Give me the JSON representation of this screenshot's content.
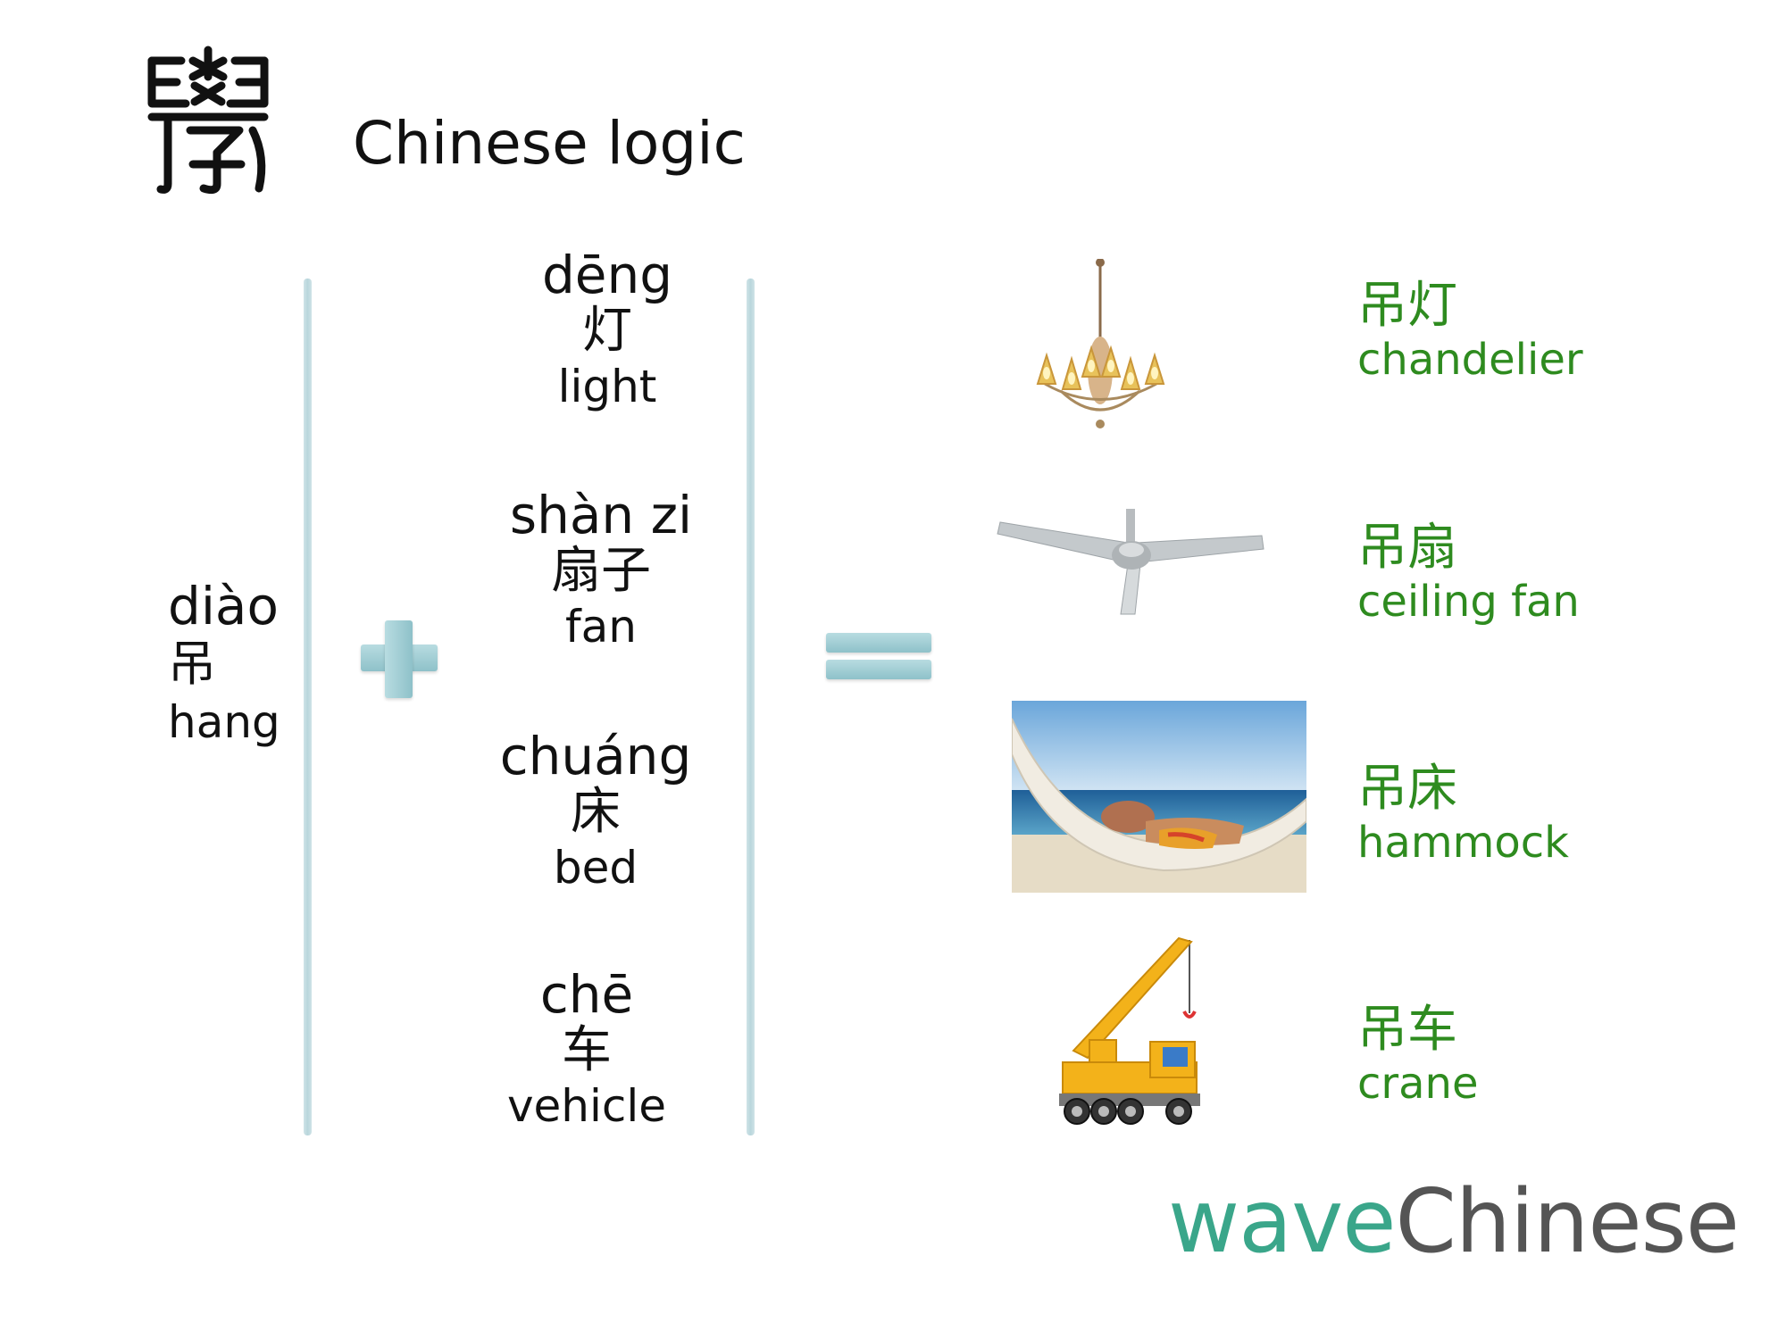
{
  "header": {
    "title": "Chinese logic",
    "seal_glyph": "學"
  },
  "root": {
    "pinyin": "diào",
    "hanzi": "吊",
    "english": "hang"
  },
  "operators": {
    "plus": "+",
    "equals": "="
  },
  "components": [
    {
      "pinyin": "dēng",
      "hanzi": "灯",
      "english": "light"
    },
    {
      "pinyin": "shàn zi",
      "hanzi": "扇子",
      "english": "fan"
    },
    {
      "pinyin": "chuáng",
      "hanzi": "床",
      "english": "bed"
    },
    {
      "pinyin": "chē",
      "hanzi": "车",
      "english": "vehicle"
    }
  ],
  "results": [
    {
      "hanzi": "吊灯",
      "english": "chandelier",
      "icon": "chandelier-image"
    },
    {
      "hanzi": "吊扇",
      "english": "ceiling fan",
      "icon": "ceiling-fan-image"
    },
    {
      "hanzi": "吊床",
      "english": "hammock",
      "icon": "hammock-image"
    },
    {
      "hanzi": "吊车",
      "english": "crane",
      "icon": "crane-image"
    }
  ],
  "brand": {
    "wave": "wave",
    "chinese": "Chinese"
  },
  "colors": {
    "result_text": "#2e8b1f",
    "brand_wave": "#3aa68a",
    "brand_chinese": "#555555",
    "divider": "#c5dde2",
    "operator": "#9fcdd3"
  }
}
